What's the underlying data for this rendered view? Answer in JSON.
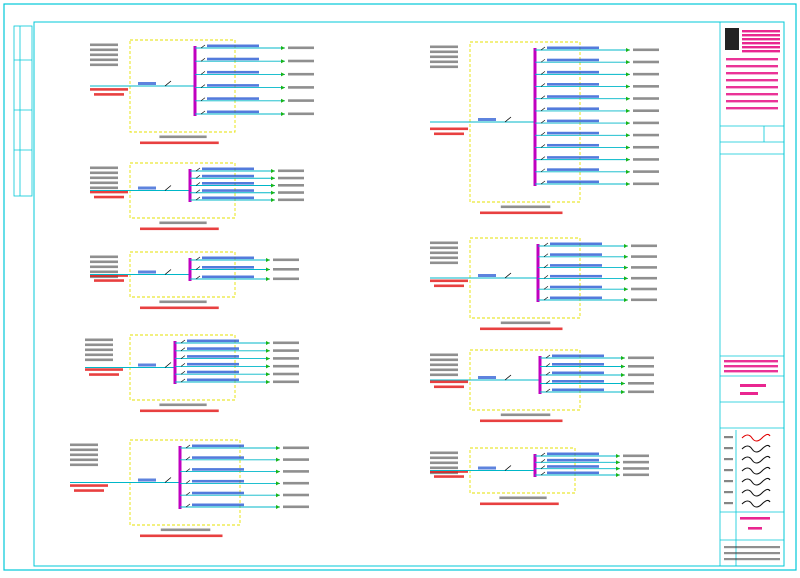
{
  "colors": {
    "frame": "#00c8d8",
    "panel_box": "#e6e200",
    "busbar": "#c000c0",
    "feeder_line": "#00b7c8",
    "cable_text": "#1a4fd0",
    "input_text": "#e00000",
    "arrow": "#19b419",
    "stamp": "#e5007d"
  },
  "title_block": {
    "blocks": [
      {
        "id": "logo",
        "label": ""
      },
      {
        "id": "company",
        "label": ""
      },
      {
        "id": "project",
        "label": ""
      },
      {
        "id": "drawing_title",
        "label": ""
      },
      {
        "id": "signatures",
        "label": ""
      },
      {
        "id": "drawing_number",
        "label": ""
      }
    ]
  },
  "diagrams": {
    "left": [
      {
        "id": "L1",
        "feeders": 6
      },
      {
        "id": "L2",
        "feeders": 5
      },
      {
        "id": "L3",
        "feeders": 3
      },
      {
        "id": "L4",
        "feeders": 6
      },
      {
        "id": "L5",
        "feeders": 6
      }
    ],
    "right": [
      {
        "id": "R1",
        "feeders": 12
      },
      {
        "id": "R2",
        "feeders": 6
      },
      {
        "id": "R3",
        "feeders": 5
      },
      {
        "id": "R4",
        "feeders": 4
      }
    ]
  }
}
